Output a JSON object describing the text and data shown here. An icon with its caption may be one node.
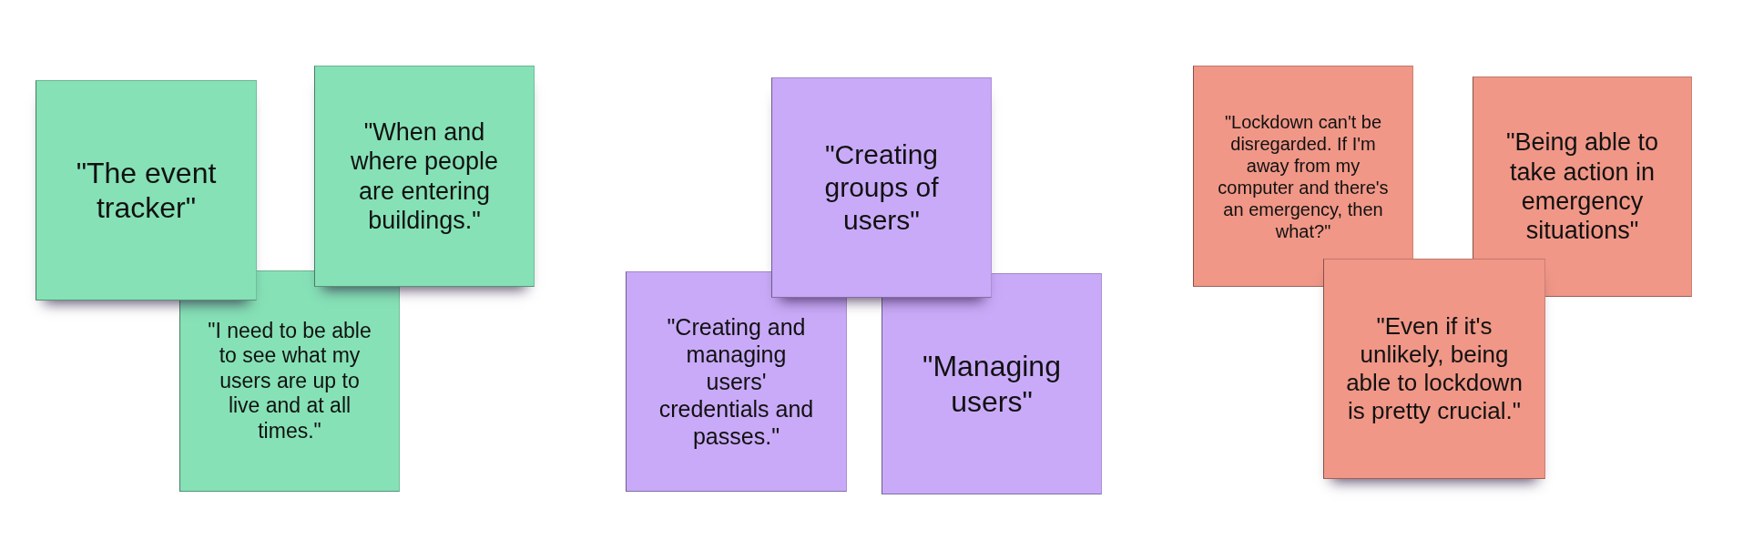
{
  "diagram": {
    "nodes": [
      {
        "text": [
          "\"The event tracker\""
        ]
      },
      {
        "text": [
          "\"When and where people are entering buildings.\""
        ]
      },
      {
        "text": [
          "\"I need to be able to see what my users are up to live and at all times.\""
        ]
      },
      {
        "text": [
          "\"Creating groups of users\""
        ]
      },
      {
        "text": [
          "\"Creating and managing users' credentials and passes.\""
        ]
      },
      {
        "text": [
          "\"Managing users\""
        ]
      },
      {
        "text": [
          "\"Lockdown can't be disregarded. If I'm away from my computer and there's an emergency, then what?\""
        ]
      },
      {
        "text": [
          "\"Being able to take action in emergency situations\""
        ]
      },
      {
        "text": [
          "\"Even if it's unlikely, being able to lockdown is pretty crucial.\""
        ]
      }
    ]
  }
}
